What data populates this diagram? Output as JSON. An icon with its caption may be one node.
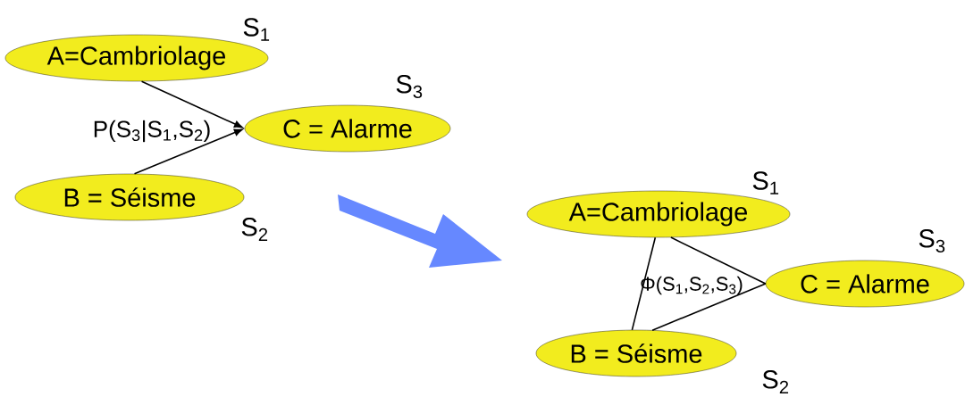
{
  "diagram": {
    "nodes": [
      {
        "text": [
          "A=Cambriolage"
        ],
        "beside": [
          "S$_{1}$"
        ]
      },
      {
        "text": [
          "C = Alarme"
        ],
        "beside": [
          "S$_{3}$"
        ]
      },
      {
        "text": [
          "B = Séisme"
        ],
        "beside": [
          "S$_{2}$"
        ]
      },
      {
        "text": [
          "A=Cambriolage"
        ],
        "beside": [
          "S$_{1}$"
        ]
      },
      {
        "text": [
          "C = Alarme"
        ],
        "beside": [
          "S$_{3}$"
        ]
      },
      {
        "text": [
          "B = Séisme"
        ],
        "beside": [
          "S$_{2}$"
        ]
      }
    ],
    "edges": [
      {
        "from": 0,
        "to": 1,
        "arrow": "to"
      },
      {
        "from": 2,
        "to": 1,
        "arrow": "to"
      },
      {
        "from": 3,
        "to": 5,
        "arrow": "none"
      },
      {
        "from": 3,
        "to": 4,
        "arrow": "none"
      },
      {
        "from": 5,
        "to": 4,
        "arrow": "none"
      }
    ],
    "labels": [
      "P(S$_{3}$|S$_{1}$,S$_{2}$)",
      "Φ(S$_{1}$,S$_{2}$,S$_{3}$)"
    ]
  }
}
